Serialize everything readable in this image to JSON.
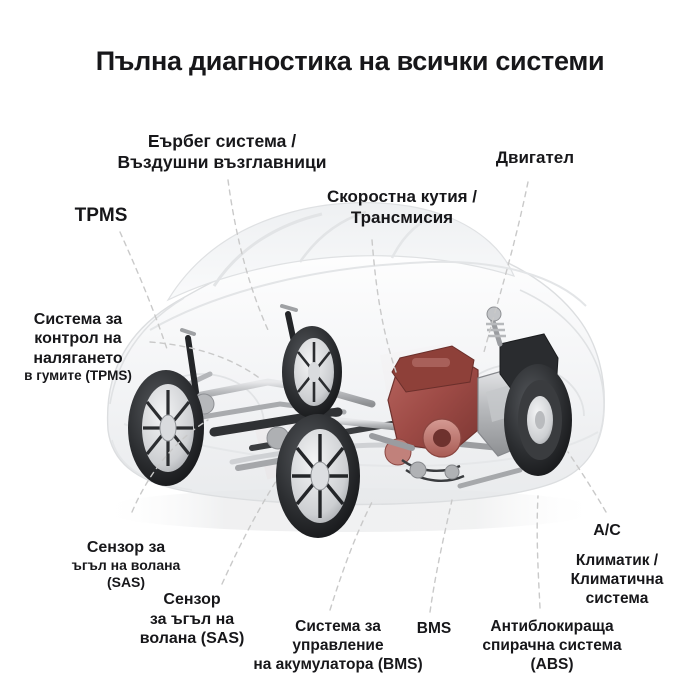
{
  "page": {
    "title": "Пълна диагностика на всички системи",
    "background_color": "#ffffff",
    "text_color": "#17171a",
    "accent_color": "#c0392b"
  },
  "diagram": {
    "subject": "cutaway-car-chassis",
    "leader_line_color": "#c9c9c9",
    "leader_line_style": "dashed",
    "watermark": {
      "visible": true,
      "color": "#e8a9a2",
      "shape": "checkered-flag"
    }
  },
  "labels": [
    {
      "id": "tpms",
      "name": "tpms",
      "text": "TPMS"
    },
    {
      "id": "airbag",
      "name": "airbag-system",
      "text": "Еърбег система /\nВъздушни възглавници"
    },
    {
      "id": "gearbox",
      "name": "gearbox-transmission",
      "text": "Скоростна кутия /\nТрансмисия"
    },
    {
      "id": "engine",
      "name": "engine",
      "text": "Двигател"
    },
    {
      "id": "tpms_long",
      "name": "tpms-full",
      "text": "Система за\nконтрол на\nналягането",
      "sub": "в гумите (TPMS)"
    },
    {
      "id": "sas1",
      "name": "steering-angle-sensor-1",
      "text": "Сензор за",
      "sub": "ъгъл на волана\n(SAS)"
    },
    {
      "id": "sas2",
      "name": "steering-angle-sensor-2",
      "text": "Сензор\nза ъгъл на\nволана (SAS)"
    },
    {
      "id": "bms_long",
      "name": "battery-management-system-full",
      "text": "Система за\nуправление\nна акумулатора (BMS)"
    },
    {
      "id": "bms",
      "name": "bms",
      "text": "BMS"
    },
    {
      "id": "abs",
      "name": "abs-braking-system",
      "text": "Антиблокираща\nспирачна система\n(ABS)"
    },
    {
      "id": "ac",
      "name": "air-conditioning",
      "text": "A/C"
    },
    {
      "id": "ac_long",
      "name": "air-conditioning-full",
      "text": "Климатик /\nКлиматична\nсистема"
    }
  ]
}
